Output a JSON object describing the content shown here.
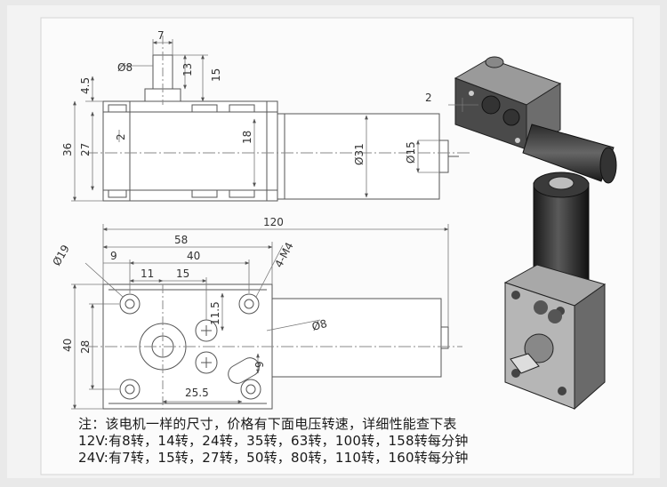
{
  "dims": {
    "shaft_width": "7",
    "shaft_dia": "Ø8",
    "shaft_len13": "13",
    "shaft_len15": "15",
    "top_offset": "4.5",
    "height36": "36",
    "height27": "27",
    "gap2": "2",
    "height18": "18",
    "motor_dia31": "Ø31",
    "boss_dia15": "Ø15",
    "iso_offset2": "2",
    "total_len": "120",
    "gearbox_len": "58",
    "hole_span40": "40",
    "edge9": "9",
    "circle_dia19": "Ø19",
    "thread": "4-M4",
    "off11": "11",
    "off15": "15",
    "off11_5": "11.5",
    "front_dia8": "Ø8",
    "height40": "40",
    "height28": "28",
    "off9": "9",
    "width25_5": "25.5"
  },
  "notes": [
    "注：该电机一样的尺寸，价格有下面电压转速，详细性能查下表",
    "12V:有8转，14转，24转，35转，63转，100转，158转每分钟",
    "24V:有7转，15转，27转，50转，80转，110转，160转每分钟"
  ]
}
